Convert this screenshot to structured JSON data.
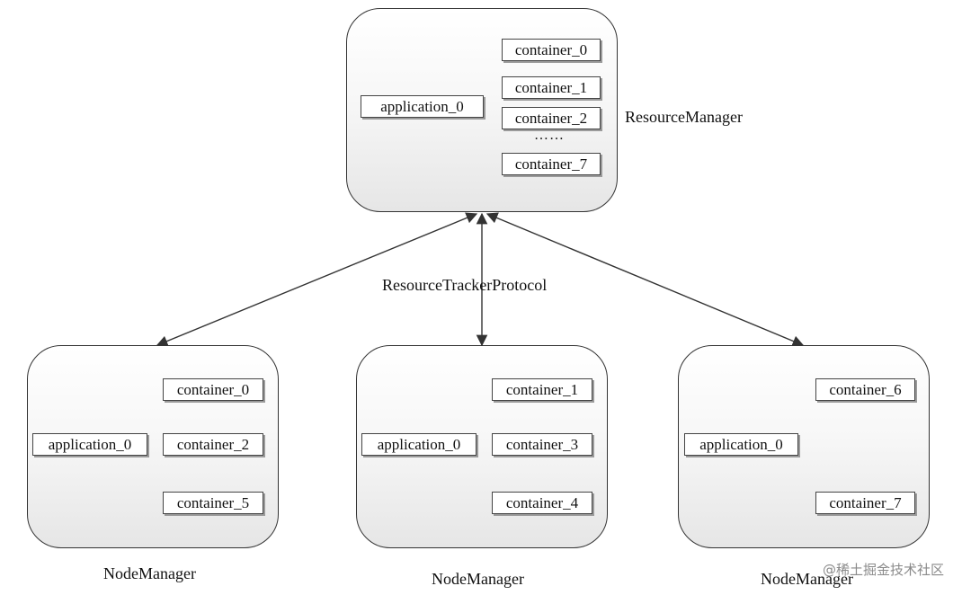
{
  "resource_manager": {
    "label": "ResourceManager",
    "application": "application_0",
    "containers": [
      "container_0",
      "container_1",
      "container_2",
      "container_7"
    ],
    "ellipsis": "……"
  },
  "protocol_label": "ResourceTrackerProtocol",
  "node_managers": [
    {
      "label": "NodeManager",
      "application": "application_0",
      "containers": [
        "container_0",
        "container_2",
        "container_5"
      ]
    },
    {
      "label": "NodeManager",
      "application": "application_0",
      "containers": [
        "container_1",
        "container_3",
        "container_4"
      ]
    },
    {
      "label": "NodeManager",
      "application": "application_0",
      "containers": [
        "container_6",
        "container_7"
      ]
    }
  ],
  "watermark": "@稀土掘金技术社区"
}
